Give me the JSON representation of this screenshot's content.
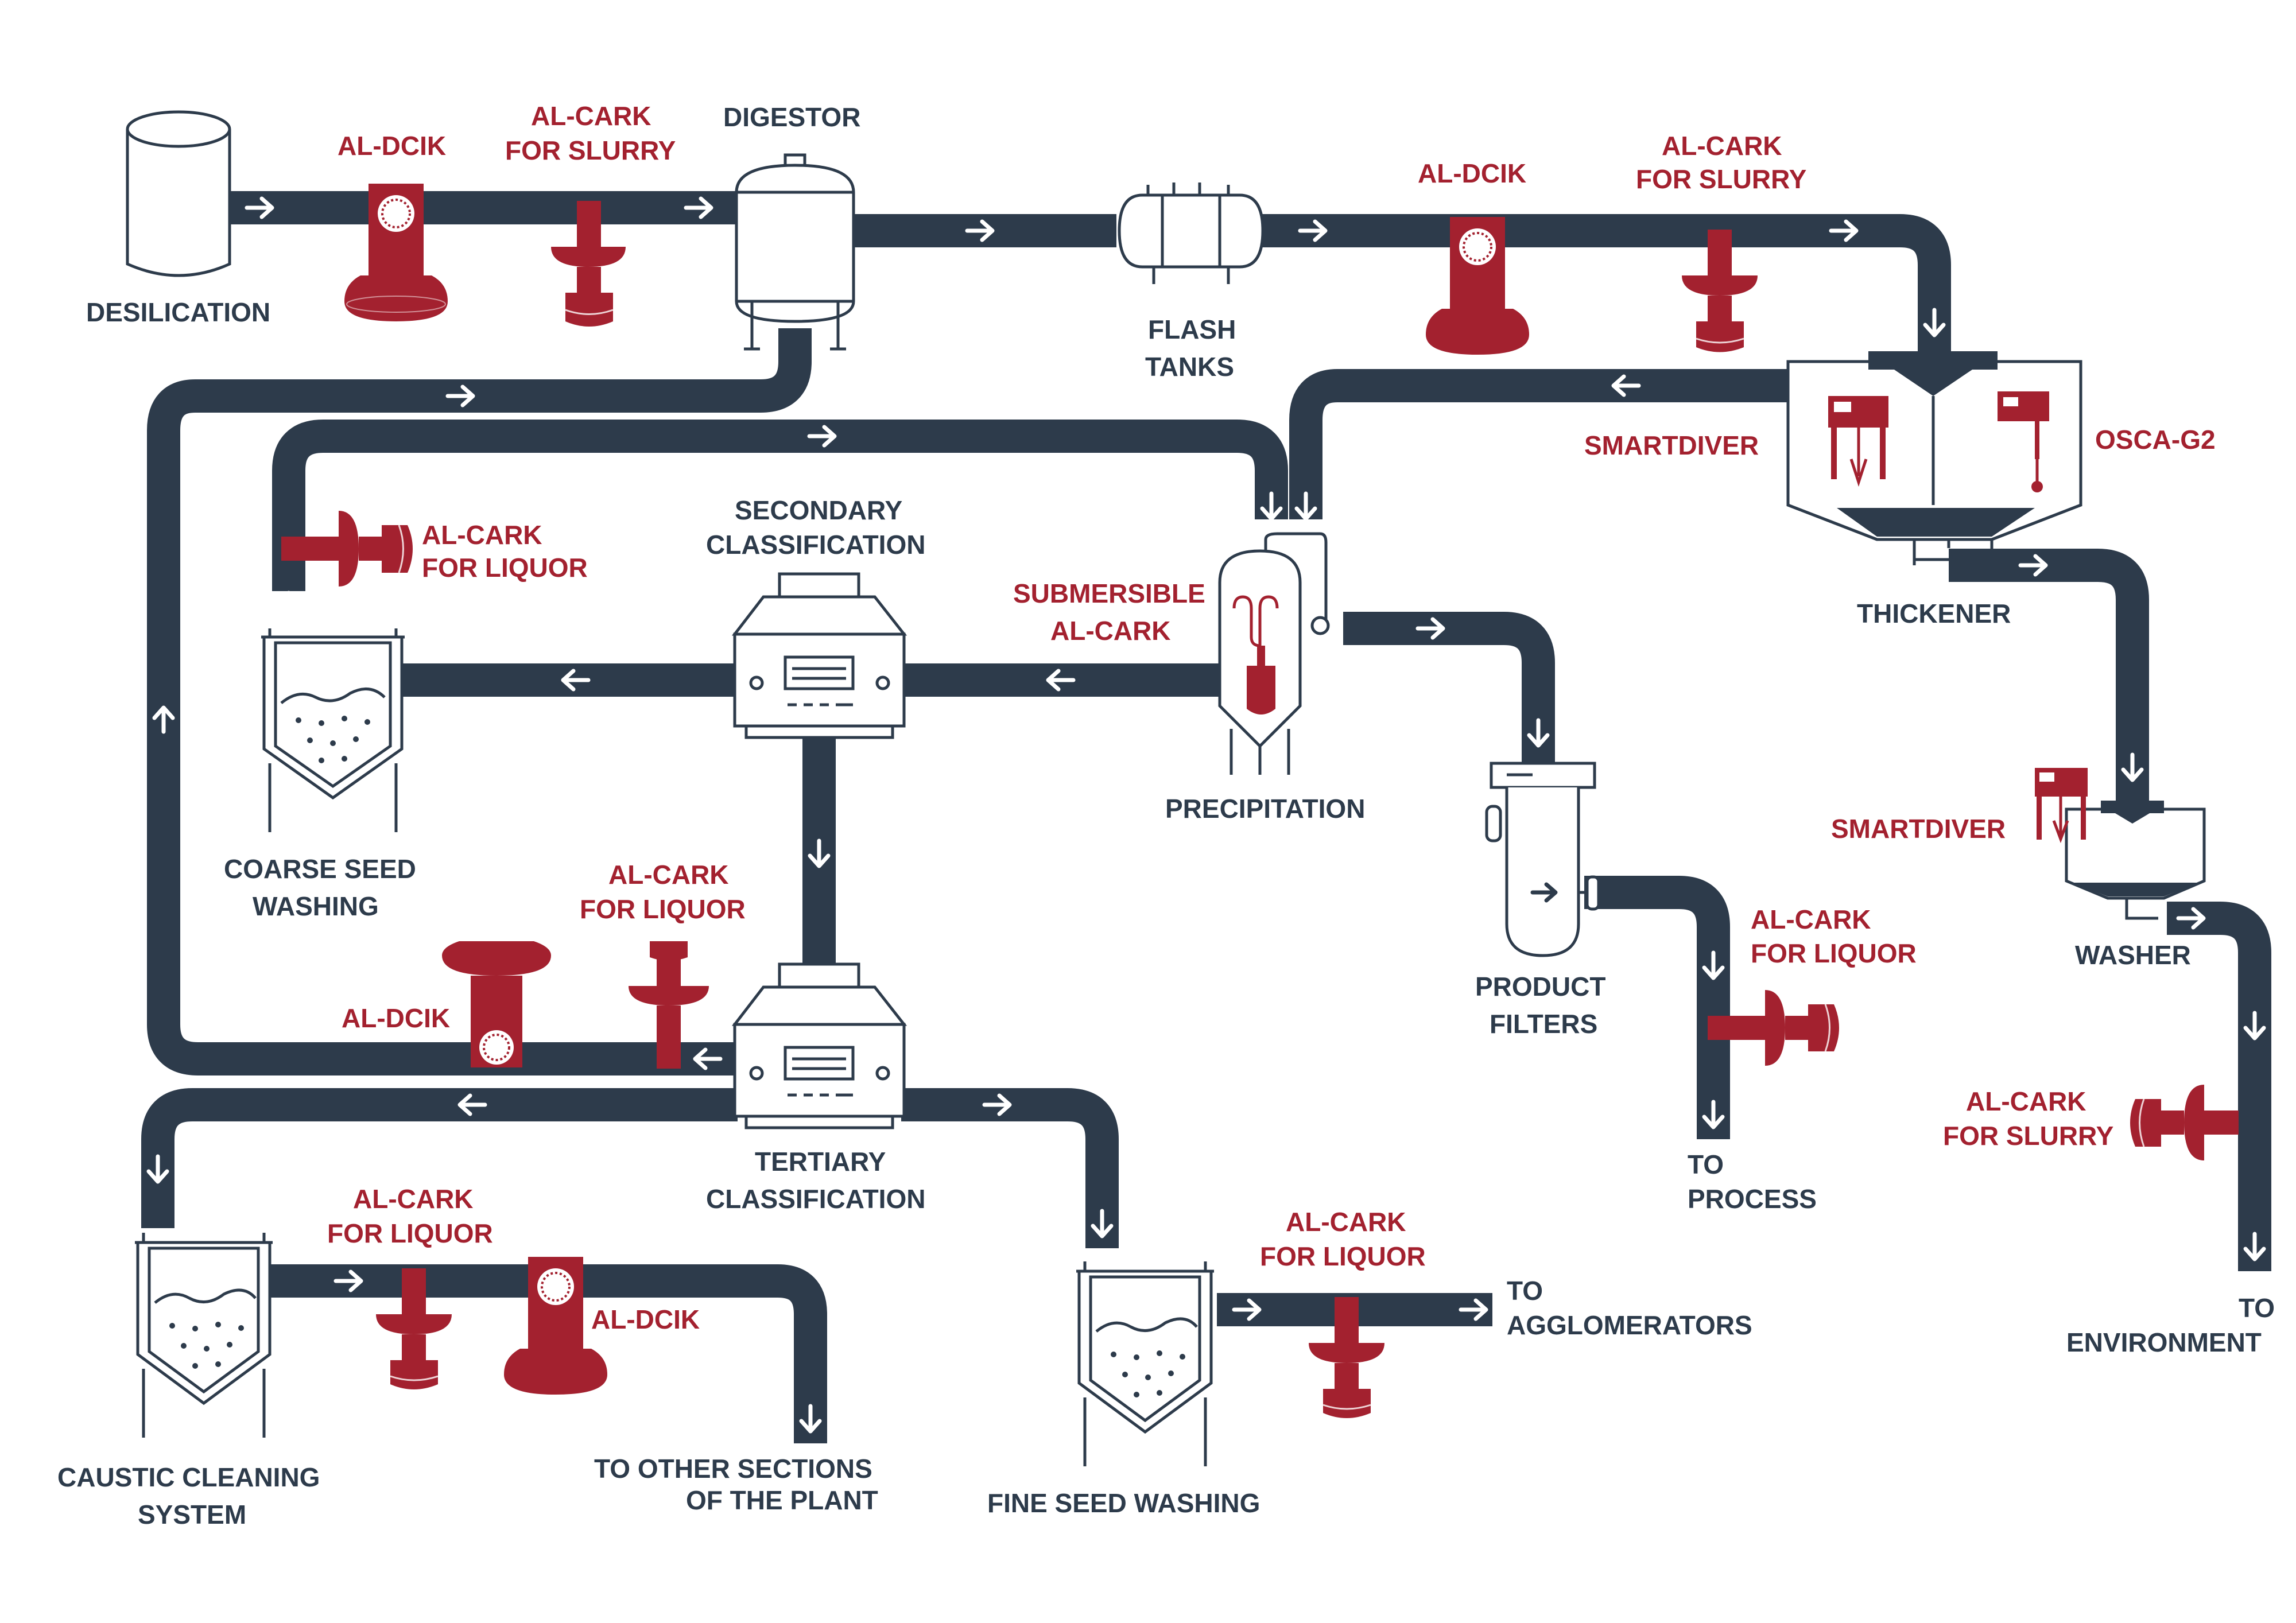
{
  "labels": {
    "desilication": "DESILICATION",
    "digestor": "DIGESTOR",
    "flash_tanks": [
      "FLASH",
      "TANKS"
    ],
    "thickener": "THICKENER",
    "secondary_classification": [
      "SECONDARY",
      "CLASSIFICATION"
    ],
    "precipitation": "PRECIPITATION",
    "coarse_seed_washing": [
      "COARSE SEED",
      "WASHING"
    ],
    "tertiary_classification": [
      "TERTIARY",
      "CLASSIFICATION"
    ],
    "product_filters": [
      "PRODUCT",
      "FILTERS"
    ],
    "washer": "WASHER",
    "caustic_cleaning": [
      "CAUSTIC CLEANING",
      "SYSTEM"
    ],
    "fine_seed_washing": "FINE SEED WASHING",
    "to_other_sections": [
      "TO OTHER SECTIONS",
      "OF THE PLANT"
    ],
    "to_agglomerators": [
      "TO",
      "AGGLOMERATORS"
    ],
    "to_process": [
      "TO",
      "PROCESS"
    ],
    "to_environment": [
      "TO",
      "ENVIRONMENT"
    ]
  },
  "devices": {
    "al_dcik": "AL-DCIK",
    "al_cark_slurry": [
      "AL-CARK",
      "FOR SLURRY"
    ],
    "al_cark_liquor": [
      "AL-CARK",
      "FOR LIQUOR"
    ],
    "submersible": [
      "SUBMERSIBLE",
      "AL-CARK"
    ],
    "smartdiver": "SMARTDIVER",
    "osca": "OSCA-G2"
  },
  "colors": {
    "process_label": "#2d3b4b",
    "device_label": "#a3212f",
    "pipe": "#2d3b4b"
  }
}
